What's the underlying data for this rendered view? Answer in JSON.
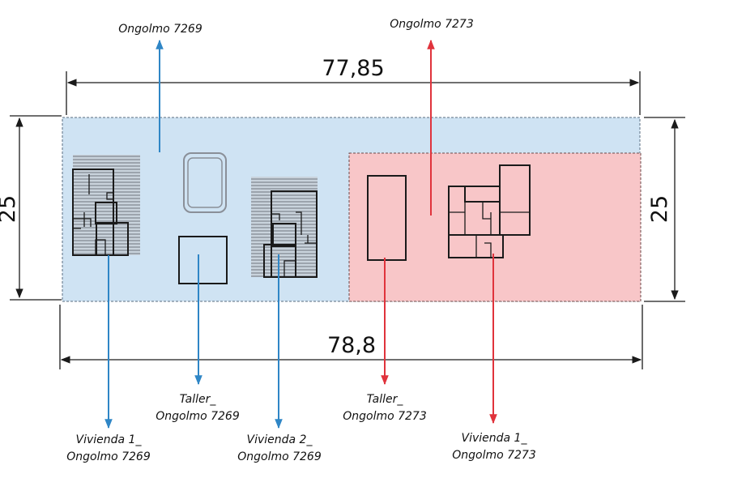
{
  "dimensions": {
    "top_width": "77,85",
    "bottom_width": "78,8",
    "left_height": "25",
    "right_height": "25"
  },
  "labels": {
    "ongolmo_7269": "Ongolmo 7269",
    "ongolmo_7273": "Ongolmo 7273",
    "taller_7269": [
      "Taller_",
      "Ongolmo 7269"
    ],
    "vivienda1_7269": [
      "Vivienda 1_",
      "Ongolmo 7269"
    ],
    "vivienda2_7269": [
      "Vivienda 2_",
      "Ongolmo 7269"
    ],
    "taller_7273": [
      "Taller_",
      "Ongolmo 7273"
    ],
    "vivienda1_7273": [
      "Vivienda 1_",
      "Ongolmo 7273"
    ]
  },
  "colors": {
    "lot_7269_fill": "#cfe3f3",
    "lot_7273_fill": "#f8c6c8",
    "leader_7269": "#2f86c6",
    "leader_7273": "#e0333c",
    "hatch": "#8a8f98"
  }
}
